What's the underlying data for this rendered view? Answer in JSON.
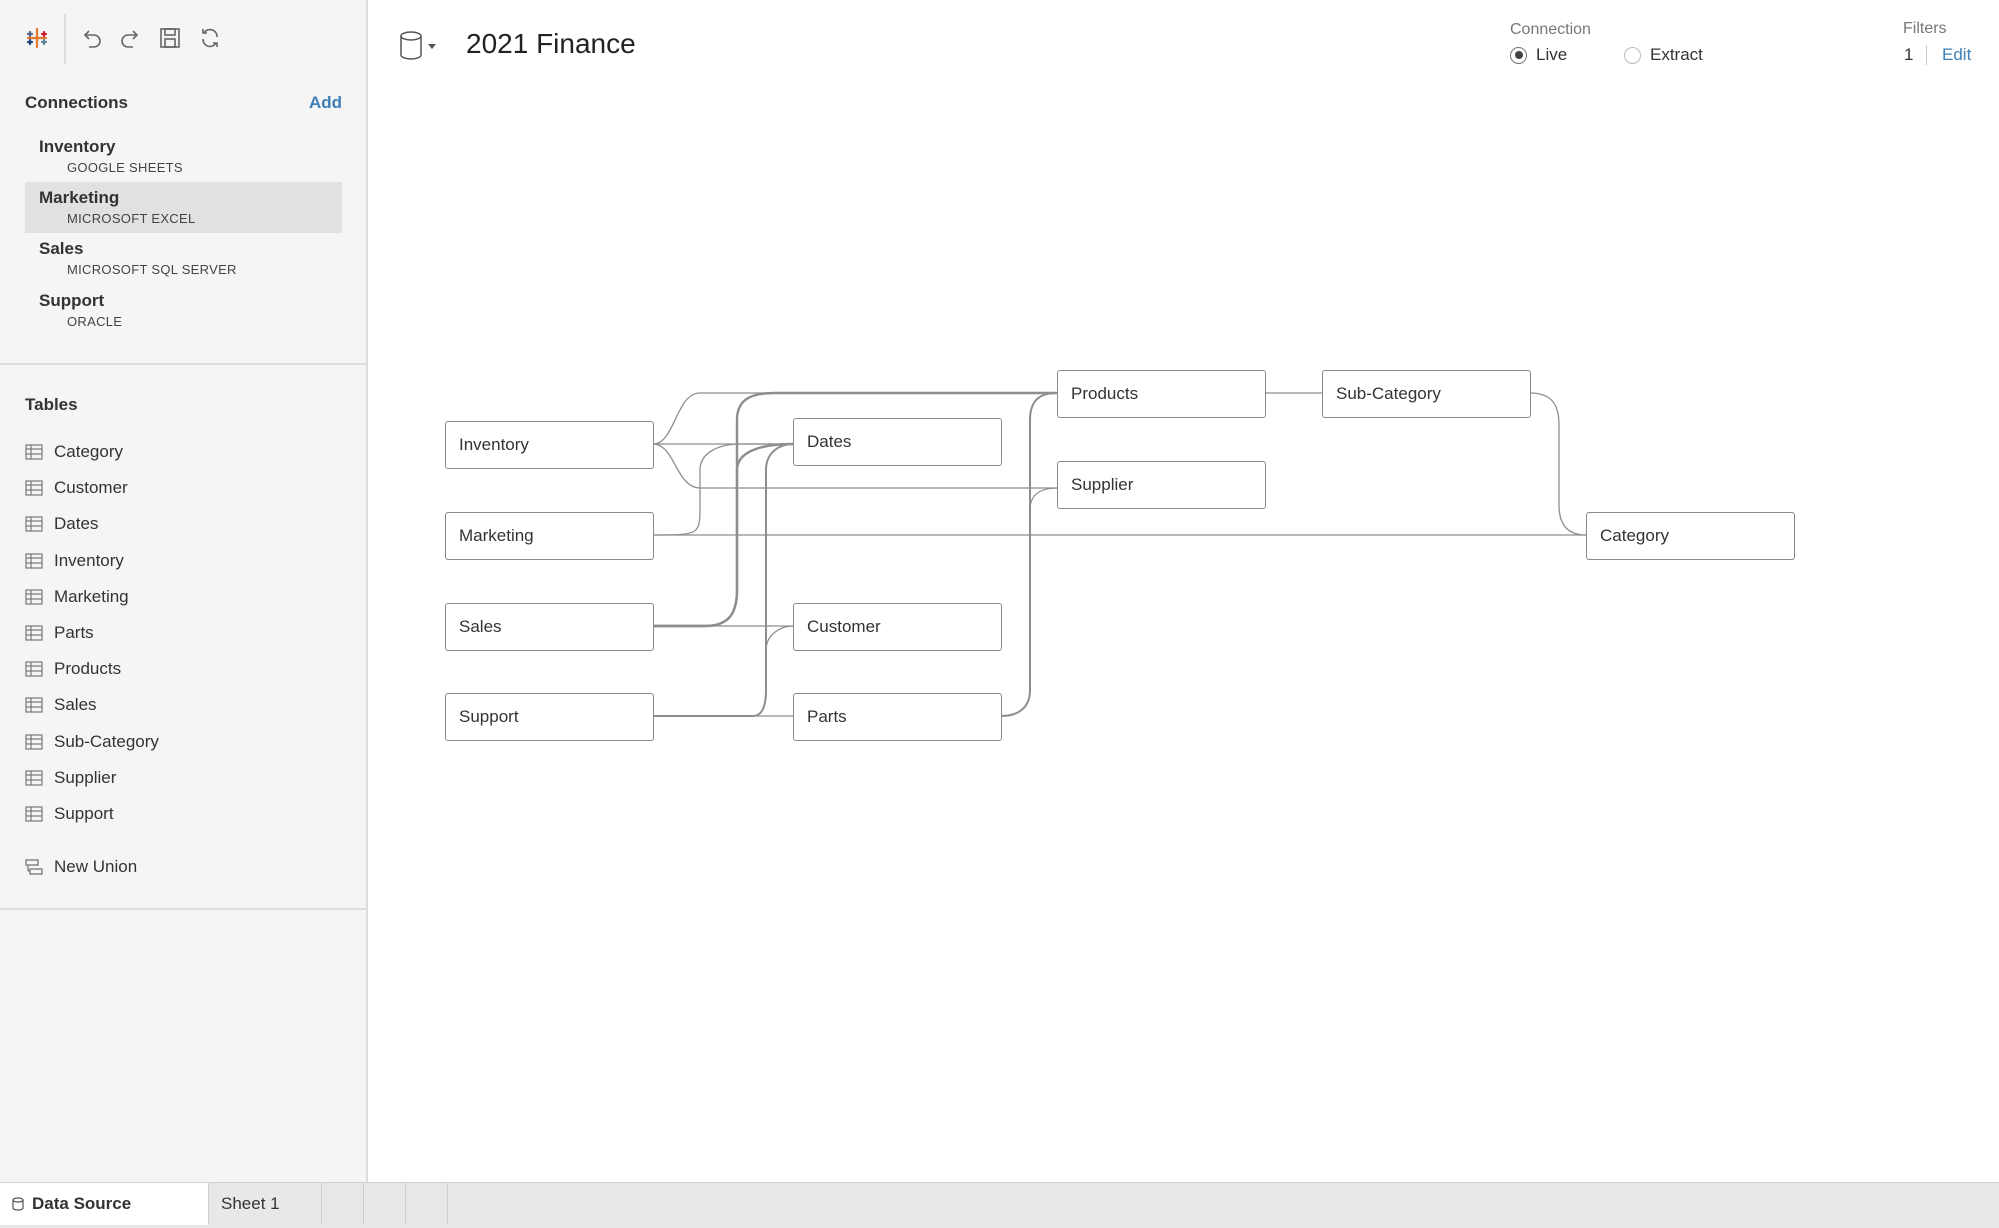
{
  "toolbar": {
    "icons": [
      "tableau-logo-icon",
      "undo-icon",
      "redo-icon",
      "save-icon",
      "refresh-icon"
    ]
  },
  "sidebar": {
    "connections_title": "Connections",
    "add_label": "Add",
    "connections": [
      {
        "name": "Inventory",
        "type": "GOOGLE SHEETS"
      },
      {
        "name": "Marketing",
        "type": "MICROSOFT EXCEL",
        "selected": true
      },
      {
        "name": "Sales",
        "type": "MICROSOFT SQL SERVER"
      },
      {
        "name": "Support",
        "type": "ORACLE"
      }
    ],
    "tables_title": "Tables",
    "tables": [
      "Category",
      "Customer",
      "Dates",
      "Inventory",
      "Marketing",
      "Parts",
      "Products",
      "Sales",
      "Sub-Category",
      "Supplier",
      "Support"
    ],
    "new_union_label": "New Union"
  },
  "header": {
    "title": "2021 Finance",
    "connection_label": "Connection",
    "live_label": "Live",
    "extract_label": "Extract",
    "connection_mode": "Live",
    "filters_label": "Filters",
    "filters_count": "1",
    "filters_edit": "Edit"
  },
  "canvas": {
    "nodes": [
      "Inventory",
      "Marketing",
      "Sales",
      "Support",
      "Dates",
      "Customer",
      "Parts",
      "Products",
      "Supplier",
      "Sub-Category",
      "Category"
    ]
  },
  "tabs": {
    "data_source": "Data Source",
    "sheet1": "Sheet 1"
  },
  "colors": {
    "link": "#3d7fb6",
    "sidebar_bg": "#f5f5f5",
    "selected_bg": "#e1e1e1",
    "node_border": "#8a8a8a"
  }
}
